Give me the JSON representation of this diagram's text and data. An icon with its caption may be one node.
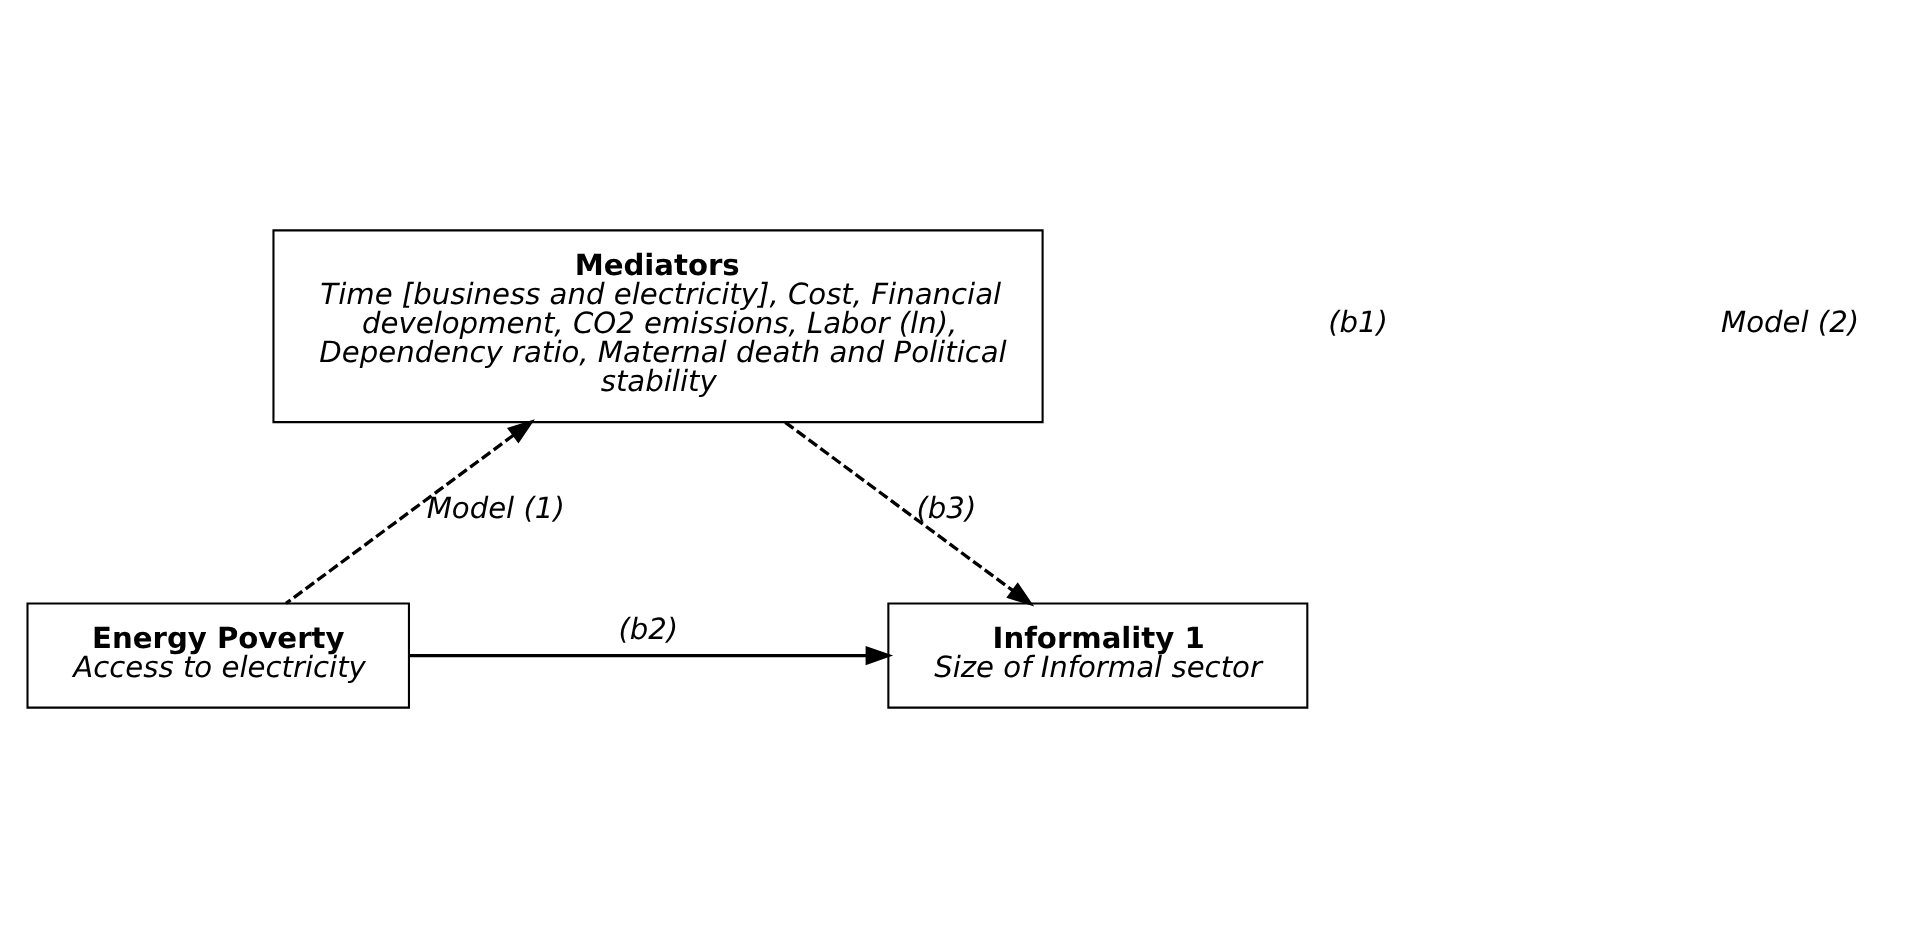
{
  "diagram": {
    "nodes": [
      {
        "text": [
          "Mediators",
          "Time [business and electricity], Cost, Financial development, CO2 emissions, Labor (ln), Dependency ratio, Maternal death and Political stability"
        ]
      },
      {
        "text": [
          "Energy Poverty",
          "Access to electricity"
        ]
      },
      {
        "text": [
          "Informality 1",
          "Size of Informal sector"
        ]
      }
    ],
    "edges": [
      {
        "from": 1,
        "to": 0,
        "arrow": "to",
        "style": "dashed",
        "label": "Model (1)"
      },
      {
        "from": 0,
        "to": 2,
        "arrow": "to",
        "style": "dashed",
        "label": "(b3)"
      },
      {
        "from": 1,
        "to": 2,
        "arrow": "to",
        "label": "(b2)"
      }
    ],
    "labels": [
      "(b1)",
      "Model (2)"
    ]
  }
}
